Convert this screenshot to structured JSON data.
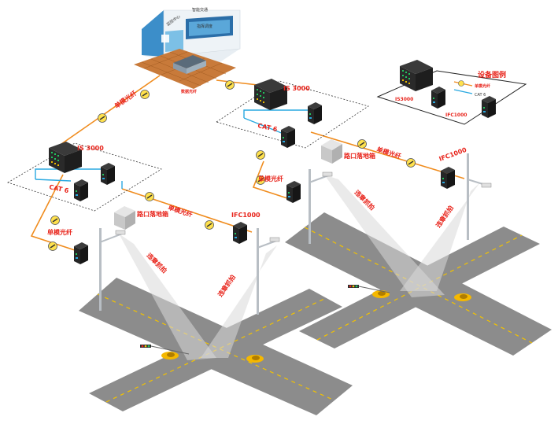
{
  "monitor_center": {
    "banner_left": "监控中心",
    "banner_right_top": "智能交通",
    "screen_title": "指挥调度",
    "cable_label": "数据光纤"
  },
  "legend": {
    "title": "设备图例",
    "fiber_label": "单模光纤",
    "cat_label": "CAT 6",
    "switch_label": "IS3000",
    "converter_label": "IFC1000"
  },
  "left_site": {
    "switch_label": "IS 3000",
    "cat_label": "CAT 6",
    "cabinet_label": "路口落地箱",
    "fiber_label_1": "单模光纤",
    "fiber_label_2": "单模光纤",
    "fiber_label_3": "单模光纤",
    "converter_label": "IFC1000",
    "camera_label_1": "违章抓拍",
    "camera_label_2": "违章抓拍"
  },
  "right_site": {
    "switch_label": "IS 3000",
    "cat_label": "CAT 6",
    "cabinet_label": "路口落地箱",
    "fiber_label_1": "单模光纤",
    "fiber_label_2": "单模光纤",
    "converter_label": "IFC1000",
    "camera_label_1": "违章抓拍",
    "camera_label_2": "违章抓拍"
  },
  "colors": {
    "fiber": "#f08c1e",
    "cat": "#29a8e0",
    "label_red": "#e8231a",
    "road": "#8c8c8c",
    "lane_marking": "#f2c200",
    "car": "#f5b800"
  },
  "icons": [
    "monitor-center-icon",
    "switch-icon",
    "converter-icon",
    "cabinet-icon",
    "camera-pole-icon",
    "fiber-node-icon",
    "car-icon",
    "traffic-light-icon"
  ]
}
